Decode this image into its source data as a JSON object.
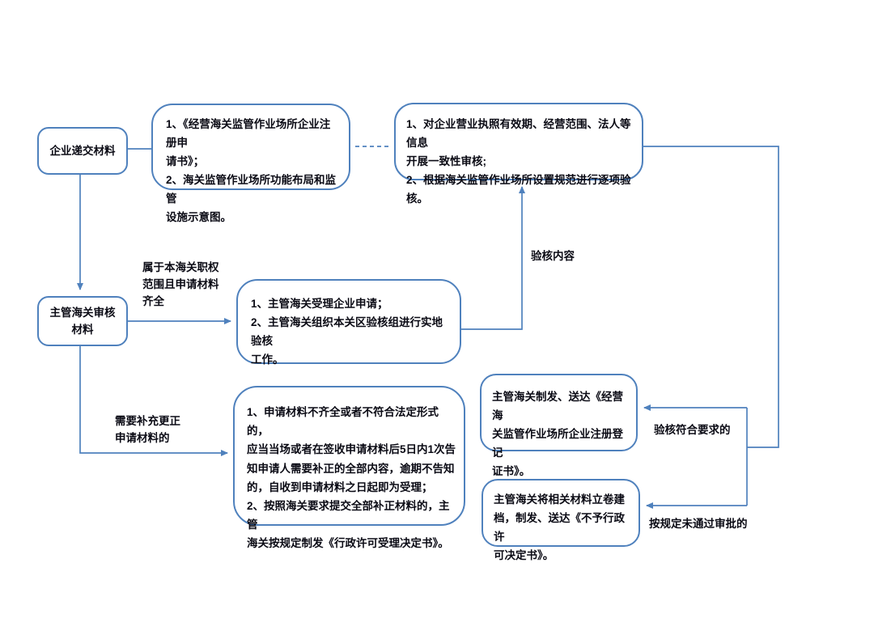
{
  "colors": {
    "stroke": "#4f81bd",
    "ink": "#0a0a14",
    "bg": "#ffffff"
  },
  "nodes": {
    "submit": {
      "label": "企业递交材料"
    },
    "materials": {
      "text": "1、《经营海关监管作业场所企业注册申\n请书》；\n2、海关监管作业场所功能布局和监管\n设施示意图。"
    },
    "verify": {
      "text": "1、对企业营业执照有效期、经营范围、法人等信息\n开展一致性审核;\n2、根据海关监管作业场所设置规范进行逐项验核。"
    },
    "review": {
      "label": "主管海关审核\n材料"
    },
    "accept": {
      "text": "1、主管海关受理企业申请；\n2、主管海关组织本关区验核组进行实地验核\n工作。"
    },
    "supplement": {
      "text": "1、申请材料不齐全或者不符合法定形式的，\n应当当场或者在签收申请材料后5日内1次告\n知申请人需要补正的全部内容，逾期不告知\n的，自收到申请材料之日起即为受理；\n2、按照海关要求提交全部补正材料的，主管\n海关按规定制发《行政许可受理决定书》。"
    },
    "certificate": {
      "text": "主管海关制发、送达《经营海\n关监管作业场所企业注册登记\n证书》。"
    },
    "reject": {
      "text": "主管海关将相关材料立卷建\n档，制发、送达《不予行政许\n可决定书》。"
    }
  },
  "edge_labels": {
    "jurisdiction": "属于本海关职权\n范围且申请材料\n齐全",
    "verify_content": "验核内容",
    "need_correction": "需要补充更正\n申请材料的",
    "verify_pass": "验核符合要求的",
    "not_approved": "按规定未通过审批的"
  }
}
